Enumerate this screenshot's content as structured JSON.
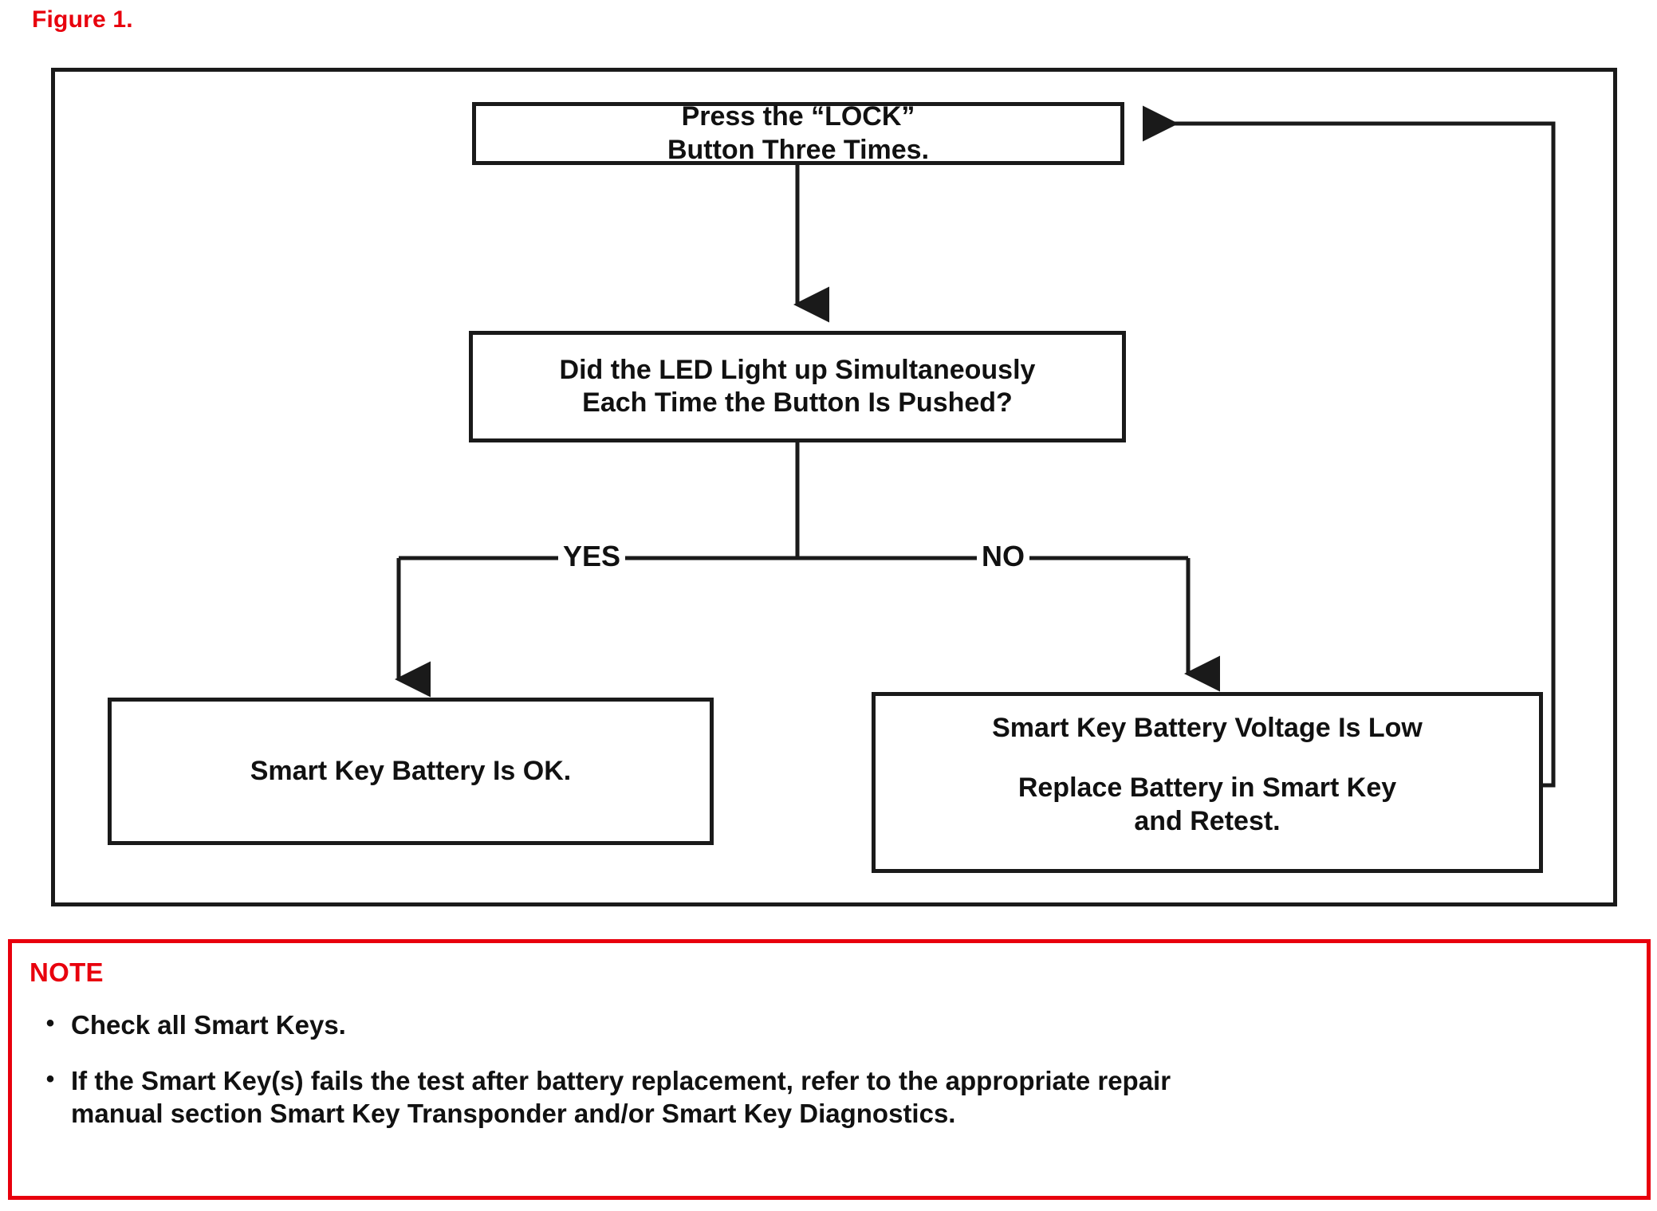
{
  "figure": {
    "caption": "Figure 1.",
    "caption_color": "#e8000d"
  },
  "flowchart": {
    "type": "decision-flowchart",
    "nodes": {
      "start": {
        "id": "press-lock",
        "shape": "rectangle",
        "lines": [
          "Press the “LOCK”",
          "Button Three Times."
        ]
      },
      "decision": {
        "id": "led-question",
        "shape": "rectangle",
        "lines": [
          "Did the LED Light up Simultaneously",
          "Each Time the Button Is Pushed?"
        ]
      },
      "result_yes": {
        "id": "battery-ok",
        "shape": "rectangle",
        "lines": [
          "Smart Key Battery Is OK."
        ]
      },
      "result_no": {
        "id": "battery-low",
        "shape": "rectangle",
        "lines": [
          "Smart Key Battery Voltage Is Low",
          "Replace Battery in Smart Key",
          "and Retest."
        ]
      }
    },
    "branches": {
      "yes_label": "YES",
      "no_label": "NO"
    },
    "edges": [
      {
        "from": "press-lock",
        "to": "led-question",
        "label": ""
      },
      {
        "from": "led-question",
        "to": "battery-ok",
        "label": "YES"
      },
      {
        "from": "led-question",
        "to": "battery-low",
        "label": "NO"
      },
      {
        "from": "battery-low",
        "to": "press-lock",
        "label": ""
      }
    ],
    "line_color": "#1a1a1a"
  },
  "note": {
    "heading": "NOTE",
    "heading_color": "#e8000d",
    "border_color": "#e8000d",
    "bullet_glyph": "•",
    "items": [
      {
        "lines": [
          "Check all Smart Keys."
        ]
      },
      {
        "lines": [
          "If the Smart Key(s) fails the test after battery replacement, refer to the appropriate repair",
          "manual section Smart Key Transponder and/or Smart Key Diagnostics."
        ]
      }
    ]
  }
}
